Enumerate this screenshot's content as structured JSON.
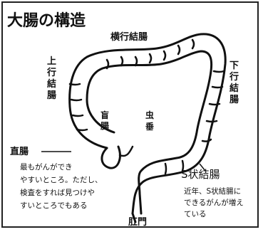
{
  "title": "大腸の構造",
  "labels": {
    "transverse": "横行結腸",
    "ascending": [
      "上",
      "行",
      "結",
      "腸"
    ],
    "descending": [
      "下",
      "行",
      "結",
      "腸"
    ],
    "cecum": [
      "盲",
      "腸"
    ],
    "appendix": [
      "虫",
      "垂"
    ],
    "rectum": "直腸",
    "sigmoid": "S状結腸",
    "anus": "肛門"
  },
  "notes": {
    "rectum": [
      "最もがんができ",
      "やすいところ。ただし、",
      "検査をすれば見つけや",
      "すいところでもある"
    ],
    "sigmoid": [
      "近年、S状結腸に",
      "できるがんが増え",
      "ている"
    ]
  },
  "colors": {
    "ink": "#111111",
    "background": "#ffffff"
  }
}
